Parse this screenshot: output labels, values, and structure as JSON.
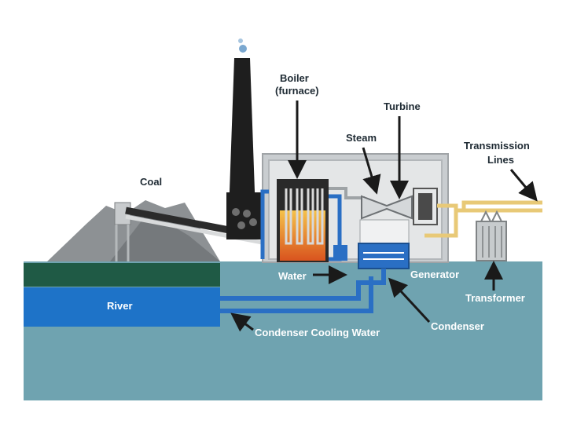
{
  "labels": {
    "boiler_line1": "Boiler",
    "boiler_line2": "(furnace)",
    "turbine": "Turbine",
    "steam": "Steam",
    "transmission_line1": "Transmission",
    "transmission_line2": "Lines",
    "coal": "Coal",
    "water": "Water",
    "generator": "Generator",
    "river": "River",
    "transformer": "Transformer",
    "condenser": "Condenser",
    "condenser_cooling_water": "Condenser Cooling Water"
  },
  "colors": {
    "ground": "#6fa3b0",
    "river": "#1e73c8",
    "bank": "#1f5a45",
    "building": "#c9cdd0",
    "coal": "#8b8f92",
    "chimney": "#1e1e1e",
    "pipe_blue": "#2a6fc4",
    "transmission": "#e8c977",
    "fire": "#e8932a"
  }
}
